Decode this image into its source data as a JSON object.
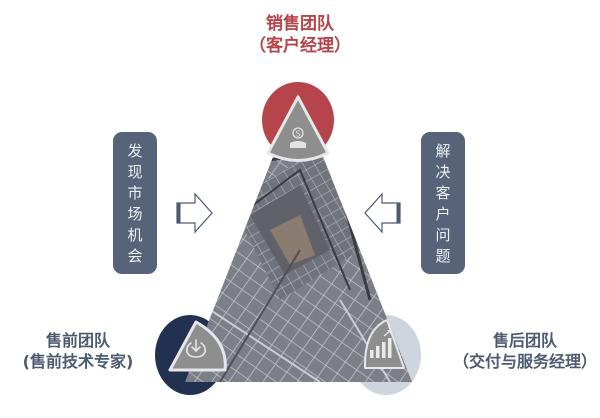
{
  "diagram": {
    "top_node": {
      "title": "销售团队",
      "subtitle": "（客户经理）",
      "icon": "dollar-person-icon",
      "color": "#b5454b"
    },
    "left_node": {
      "title": "售前团队",
      "subtitle": "(售前技术专家)",
      "icon": "download-icon",
      "color": "#233150"
    },
    "right_node": {
      "title": "售后团队",
      "subtitle": "（交付与服务经理）",
      "icon": "bar-chart-growth-icon",
      "color": "#cfd5de"
    },
    "left_box": {
      "chars": [
        "发",
        "现",
        "市",
        "场",
        "机",
        "会"
      ],
      "arrow": "right"
    },
    "right_box": {
      "chars": [
        "解",
        "决",
        "客",
        "户",
        "问",
        "题"
      ],
      "arrow": "left"
    },
    "center": {
      "image": "staircase-architecture-photo",
      "shape": "triangle"
    },
    "colors": {
      "box": "#566379",
      "corner_triangle": "#8e8e8e",
      "arrow_stroke": "#4d5a70"
    }
  }
}
